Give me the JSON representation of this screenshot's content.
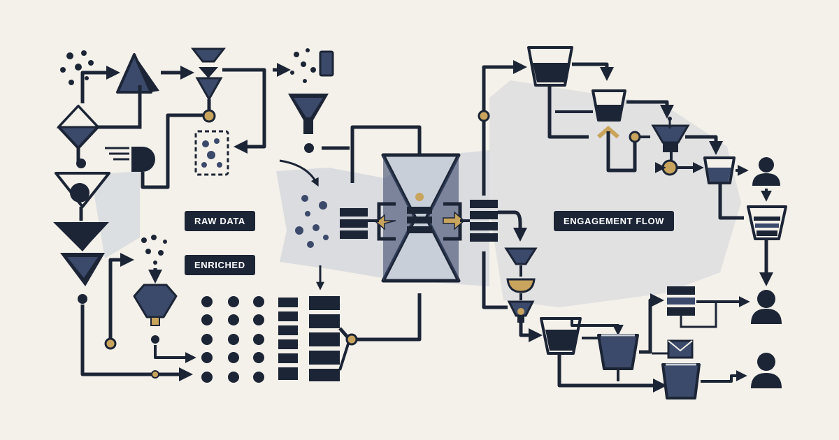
{
  "labels": {
    "raw_data": "RAW DATA",
    "enriched": "ENRICHED",
    "engagement_flow": "ENGAGEMENT FLOW"
  },
  "colors": {
    "background": "#f4f1ea",
    "ink": "#1c2536",
    "fill": "#3b4a6b",
    "accent": "#c9a45c",
    "haze": "#c9cfd9"
  },
  "icons": [
    "funnel-icon",
    "pyramid-icon",
    "diamond-icon",
    "hourglass-icon",
    "bucket-icon",
    "record-stack-icon",
    "user-icon",
    "envelope-icon",
    "gear-icon"
  ]
}
